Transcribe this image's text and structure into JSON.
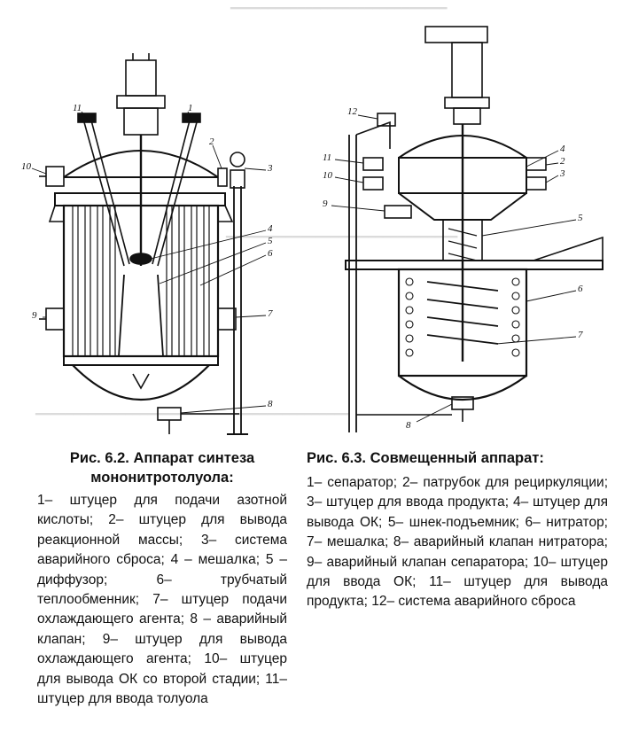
{
  "figure_left": {
    "callouts": [
      "11",
      "1",
      "10",
      "2",
      "3",
      "4",
      "5",
      "6",
      "9",
      "7",
      "8"
    ],
    "caption_label": "Рис. 6.2.",
    "caption_title": "Аппарат синтеза мононитротолуола:",
    "caption_body": "1– штуцер для подачи азотной кислоты; 2– штуцер для вывода реакционной массы; 3– система аварийного сброса; 4 – мешалка; 5 – диффузор; 6– трубчатый теплообменник; 7– штуцер подачи охлаждающего агента; 8 – аварийный клапан; 9– штуцер для вывода охлаждающего агента; 10– штуцер для вывода ОК со второй стадии; 11– штуцер для ввода толуола"
  },
  "figure_right": {
    "callouts": [
      "12",
      "4",
      "2",
      "11",
      "3",
      "10",
      "9",
      "5",
      "6",
      "7",
      "8"
    ],
    "caption_label": "Рис. 6.3.",
    "caption_title": "Совмещенный аппарат:",
    "caption_body": "1– сепаратор; 2– патрубок для рециркуляции; 3– штуцер для ввода продукта; 4– штуцер для вывода ОК; 5– шнек-подъемник; 6– нитратор; 7– мешалка; 8– аварийный клапан нитратора; 9– аварийный клапан сепаратора; 10– штуцер для ввода ОК; 11– штуцер для вывода продукта; 12– система аварийного сброса"
  },
  "colors": {
    "ink": "#111111",
    "paper": "#ffffff",
    "bleed": "#9a9a9a"
  }
}
